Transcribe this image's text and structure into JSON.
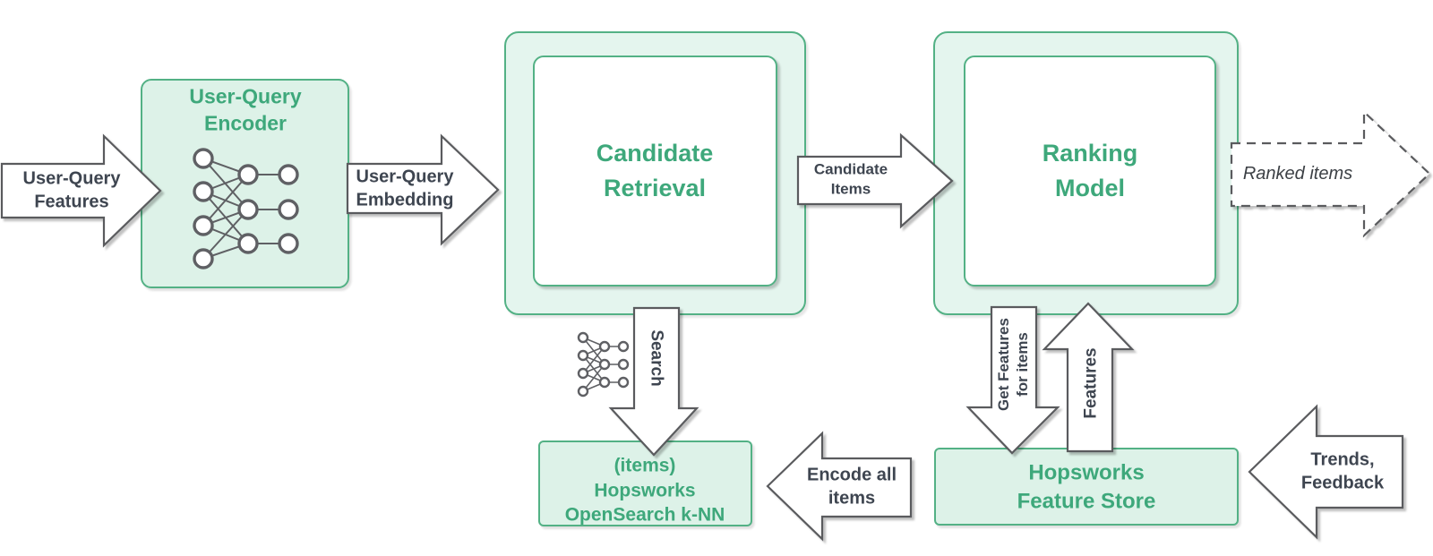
{
  "diagram": {
    "boxes": {
      "encoder": {
        "title": "User-Query\nEncoder"
      },
      "candidate_retrieval": {
        "title": "Candidate\nRetrieval"
      },
      "ranking_model": {
        "title": "Ranking\nModel"
      },
      "opensearch": {
        "title": "(items)\nHopsworks\nOpenSearch k-NN"
      },
      "feature_store": {
        "title": "Hopsworks\nFeature Store"
      }
    },
    "arrows": {
      "user_query_features": {
        "label": "User-Query\nFeatures",
        "direction": "right",
        "style": "solid"
      },
      "user_query_embedding": {
        "label": "User-Query\nEmbedding",
        "direction": "right",
        "style": "solid"
      },
      "candidate_items": {
        "label": "Candidate\nItems",
        "direction": "right",
        "style": "solid"
      },
      "ranked_items": {
        "label": "Ranked items",
        "direction": "right",
        "style": "dashed"
      },
      "search": {
        "label": "Search",
        "direction": "down",
        "style": "solid"
      },
      "get_features": {
        "label": "Get Features\nfor items",
        "direction": "down",
        "style": "solid"
      },
      "features": {
        "label": "Features",
        "direction": "up",
        "style": "solid"
      },
      "encode_all_items": {
        "label": "Encode all\nitems",
        "direction": "left",
        "style": "solid"
      },
      "trends_feedback": {
        "label": "Trends,\nFeedback",
        "direction": "left",
        "style": "solid"
      }
    },
    "icons": {
      "encoder_nn": "neural-network-icon",
      "search_nn": "neural-network-icon"
    },
    "colors": {
      "green-border": "#53b185",
      "green-fill": "#ddf2e8",
      "green-fill-frame": "#e4f5ee",
      "green-title": "#3ea87b",
      "arrow-outline": "#5a5b5e",
      "label-dark": "#3e4550"
    }
  }
}
